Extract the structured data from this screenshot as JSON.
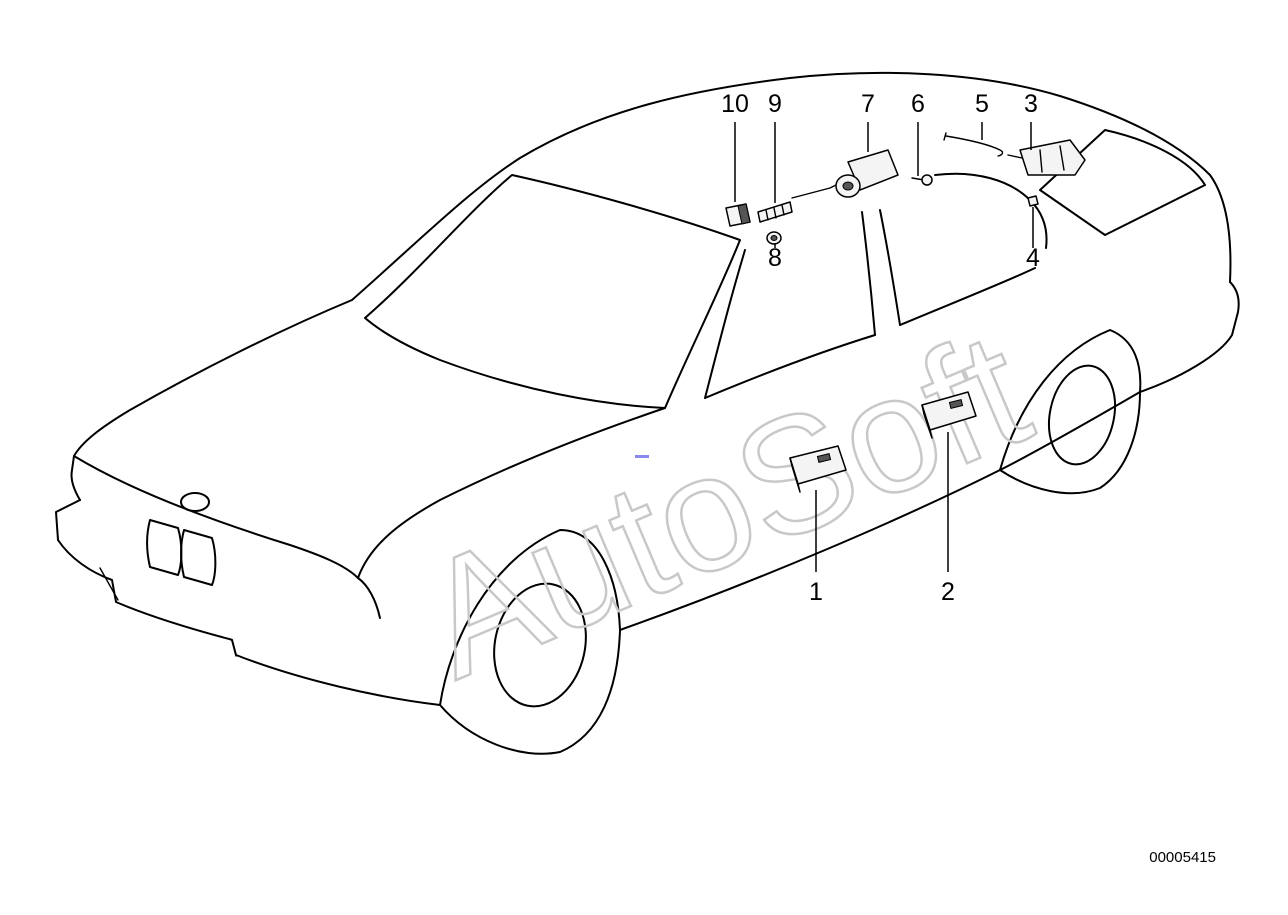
{
  "diagram": {
    "parts": [
      {
        "id": "1",
        "label": "1"
      },
      {
        "id": "2",
        "label": "2"
      },
      {
        "id": "3",
        "label": "3"
      },
      {
        "id": "4",
        "label": "4"
      },
      {
        "id": "5",
        "label": "5"
      },
      {
        "id": "6",
        "label": "6"
      },
      {
        "id": "7",
        "label": "7"
      },
      {
        "id": "8",
        "label": "8"
      },
      {
        "id": "9",
        "label": "9"
      },
      {
        "id": "10",
        "label": "10"
      }
    ],
    "watermark": "AutoSoft",
    "drawing_number": "00005415"
  }
}
